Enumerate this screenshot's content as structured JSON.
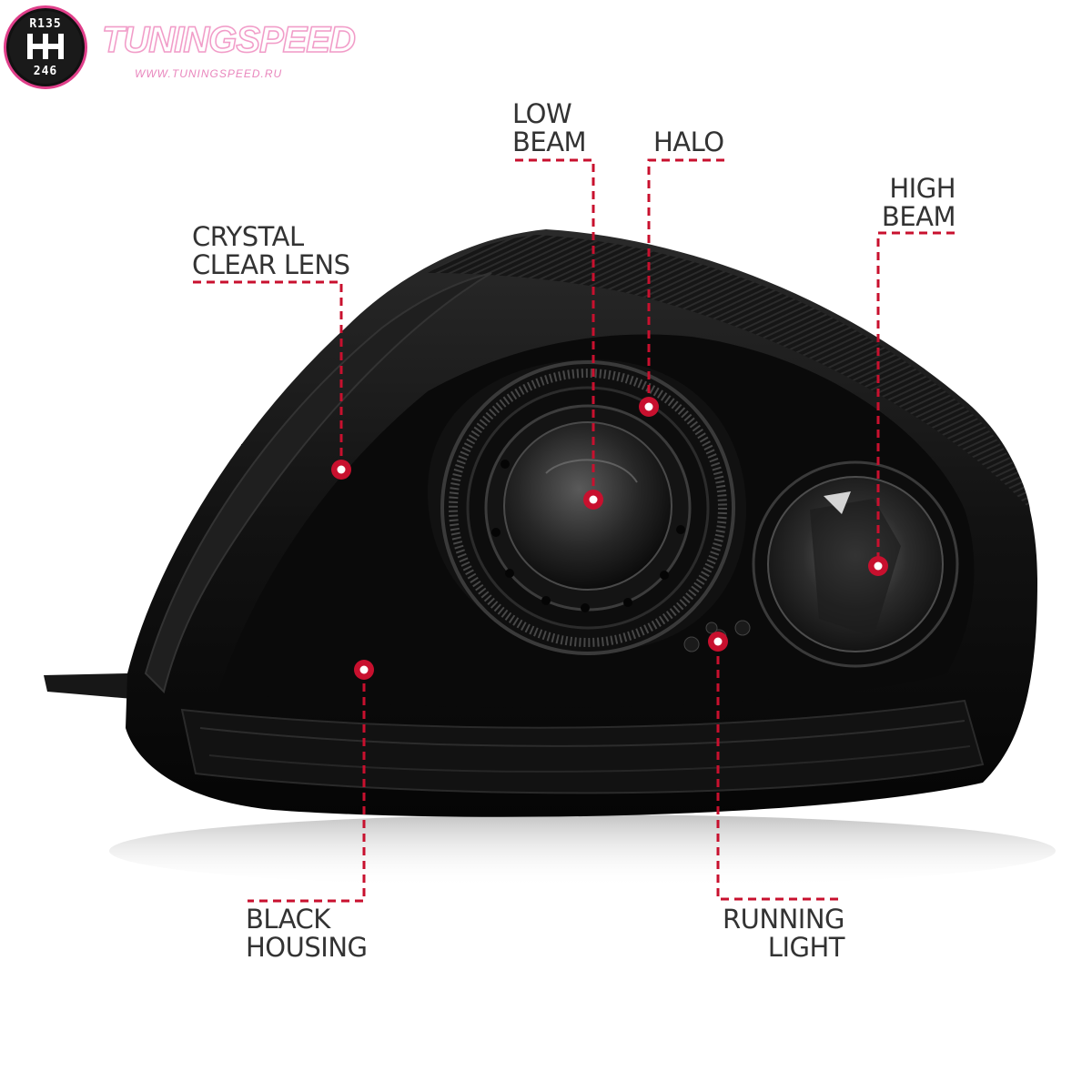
{
  "logo": {
    "brand_name": "TUNINGSPEED",
    "url": "WWW.TUNINGSPEED.RU",
    "gear_top": "R135",
    "gear_bottom": "246",
    "icon": "gear-shift-knob-icon",
    "accent_color": "#e03f8a"
  },
  "callouts": [
    {
      "id": "low-beam",
      "lines": [
        "LOW",
        "BEAM"
      ]
    },
    {
      "id": "halo",
      "lines": [
        "HALO"
      ]
    },
    {
      "id": "high-beam",
      "lines": [
        "HIGH",
        "BEAM"
      ]
    },
    {
      "id": "crystal-clear-lens",
      "lines": [
        "CRYSTAL",
        "CLEAR LENS"
      ]
    },
    {
      "id": "black-housing",
      "lines": [
        "BLACK",
        "HOUSING"
      ]
    },
    {
      "id": "running-light",
      "lines": [
        "RUNNING",
        "LIGHT"
      ]
    }
  ],
  "colors": {
    "leader_line": "#c8102e",
    "label_text": "#333333",
    "housing": "#0b0b0b",
    "background": "#ffffff"
  }
}
